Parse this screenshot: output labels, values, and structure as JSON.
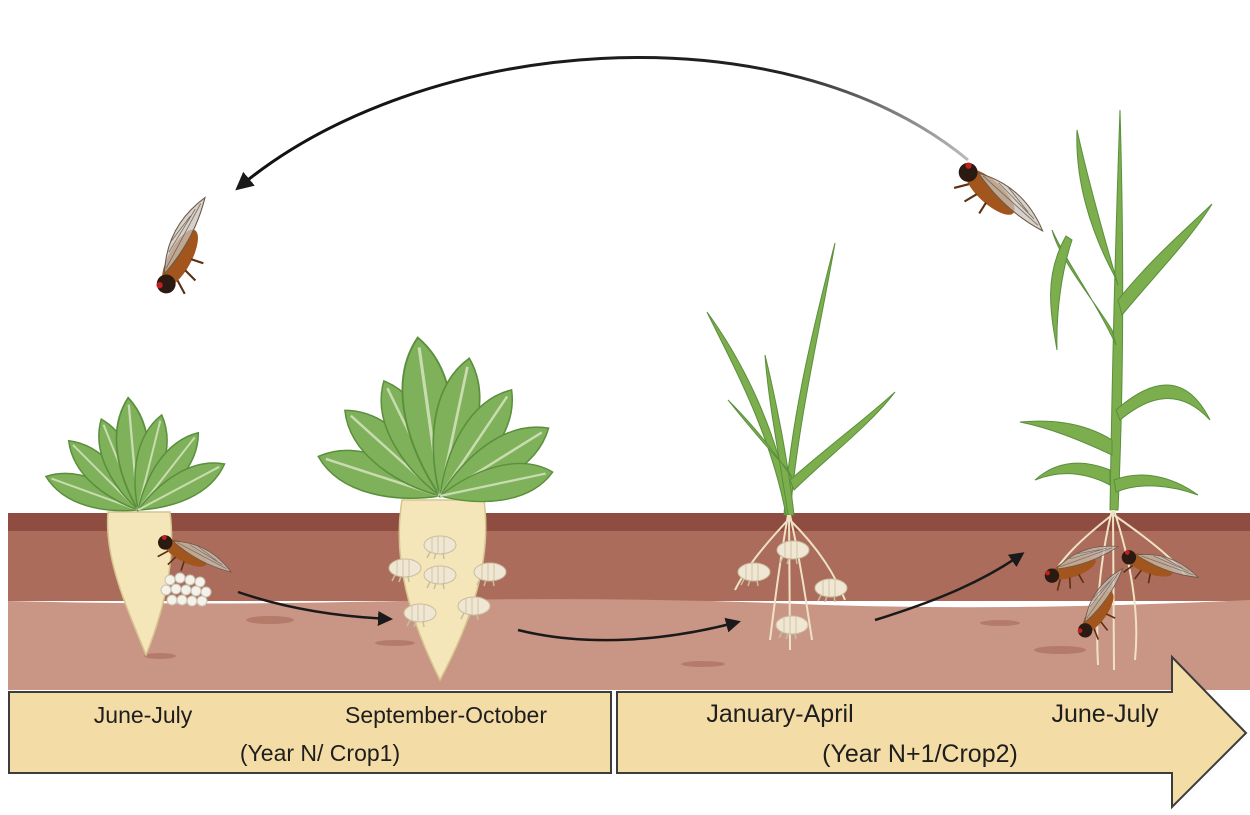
{
  "timeline": {
    "crop1": {
      "stage1": "June-July",
      "stage2": "September-October",
      "year": "(Year N/ Crop1)"
    },
    "crop2": {
      "stage1": "January-April",
      "stage2": "June-July",
      "year": "(Year N+1/Crop2)"
    }
  },
  "colors": {
    "banner_fill": "#f4dca6",
    "banner_border": "#3c3c3c",
    "soil_top": "#8e4d40",
    "soil_mid": "#ab6c5c",
    "soil_deep": "#c99686",
    "leaf": "#7fb05a",
    "leaf_dark": "#5a8f3c",
    "beet_root": "#f4e6b8",
    "grass": "#7cae4e",
    "insect_body": "#a2561e",
    "larva": "#efe7d3"
  },
  "icons": [
    "adult-insect-icon",
    "egg-cluster-icon",
    "larva-icon",
    "sugar-beet-icon",
    "cereal-plant-icon"
  ]
}
